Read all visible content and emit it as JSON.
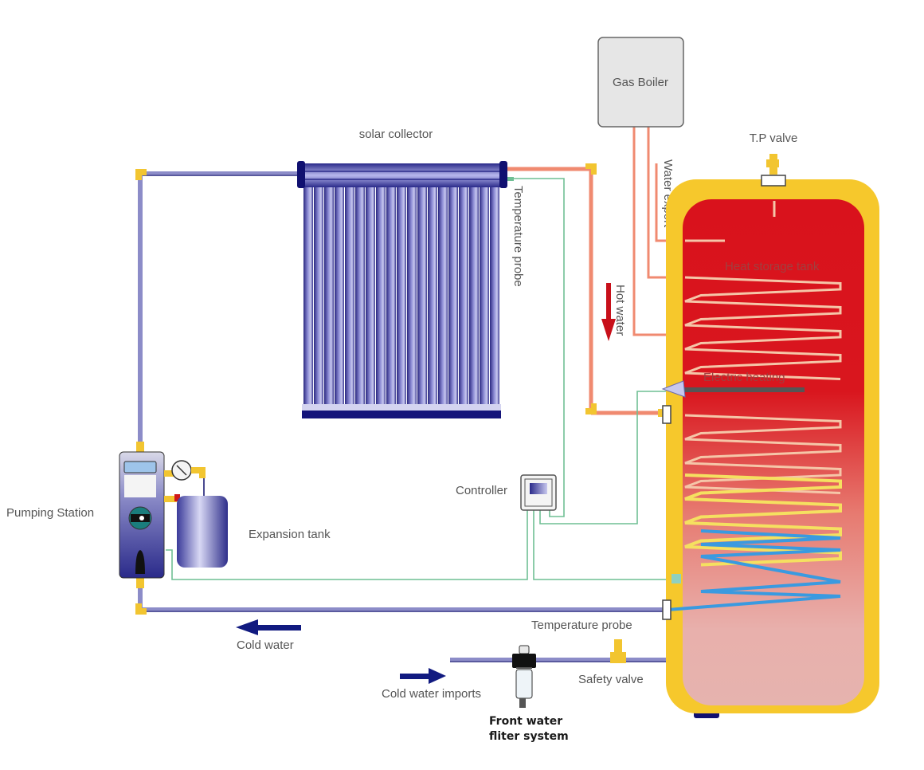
{
  "diagram": {
    "title": "Solar water heating system with gas boiler backup",
    "components": {
      "gas_boiler": "Gas Boiler",
      "tp_valve": "T.P valve",
      "water_export": "Water export",
      "solar_collector": "solar collector",
      "collector_probe": "Temperature probe",
      "heat_storage_tank": "Heat storage tank",
      "hot_water": "Hot water",
      "electric_heating": "Electric heating",
      "controller": "Controller",
      "pumping_station": "Pumping Station",
      "expansion_tank": "Expansion tank",
      "tank_probe": "Temperature probe",
      "cold_water": "Cold water",
      "safety_valve": "Safety valve",
      "cold_water_imports": "Cold water imports",
      "filter_line1": "Front water",
      "filter_line2": "fliter system"
    },
    "colors": {
      "pipe_cold": "#8c8cc8",
      "pipe_hot": "#f08a70",
      "signal_wire": "#6fbf94",
      "fitting": "#f2c530",
      "tank_shell": "#f6c82c",
      "tank_hot": "#d9121c",
      "tank_cool": "#e8b4b0",
      "collector_tube": "#4a48a0",
      "flow_arrow_cold": "#111a80",
      "flow_arrow_hot": "#c8101a",
      "coil_hot": "#f5c6a8",
      "coil_mid": "#f5e060",
      "coil_cold": "#3a9ae0"
    },
    "collector_tube_count": 19
  }
}
